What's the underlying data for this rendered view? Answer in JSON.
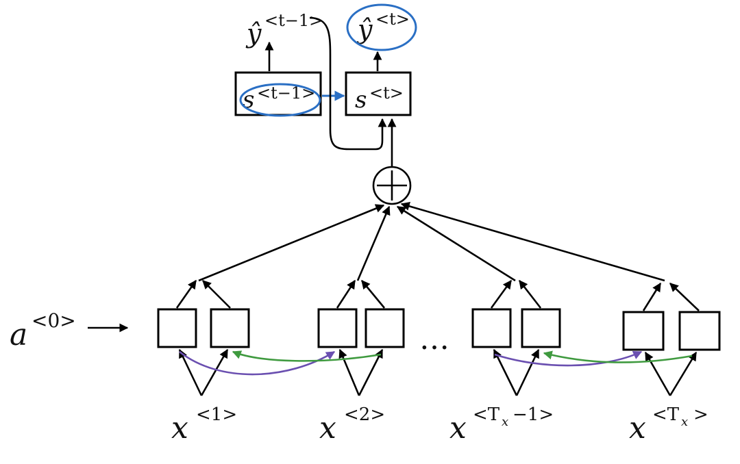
{
  "labels": {
    "a0_base": "a",
    "a0_sup": "<0>",
    "y_prev_base": "ŷ",
    "y_prev_sup": "<t−1>",
    "y_t_base": "ŷ",
    "y_t_sup": "<t>",
    "s_prev_base": "s",
    "s_prev_sup": "<t−1>",
    "s_t_base": "s",
    "s_t_sup": "<t>",
    "x1_base": "x",
    "x1_sup": "<1>",
    "x2_base": "x",
    "x2_sup": "<2>",
    "xtm1_base": "x",
    "xtm1_sup_open": "<T",
    "xtm1_sub": "x",
    "xtm1_sup_close": "−1>",
    "xt_base": "x",
    "xt_sup_open": "<T",
    "xt_sub": "x",
    "xt_sup_close": ">",
    "ellipsis": "…",
    "plus": "+"
  },
  "colors": {
    "forward_arrow": "#6a4fb0",
    "backward_arrow": "#3f9a3f",
    "annotation": "#2a6fc4",
    "stroke": "#000000"
  }
}
